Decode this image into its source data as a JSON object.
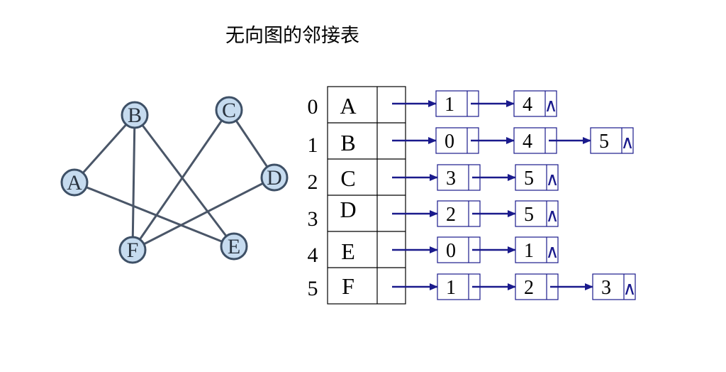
{
  "title": "无向图的邻接表",
  "graph": {
    "vertices": [
      {
        "id": "A",
        "label": "A"
      },
      {
        "id": "B",
        "label": "B"
      },
      {
        "id": "C",
        "label": "C"
      },
      {
        "id": "D",
        "label": "D"
      },
      {
        "id": "E",
        "label": "E"
      },
      {
        "id": "F",
        "label": "F"
      }
    ],
    "edges": [
      [
        "A",
        "B"
      ],
      [
        "A",
        "E"
      ],
      [
        "B",
        "F"
      ],
      [
        "B",
        "E"
      ],
      [
        "C",
        "F"
      ],
      [
        "C",
        "D"
      ],
      [
        "D",
        "F"
      ]
    ]
  },
  "adjacency_list": {
    "rows": [
      {
        "index": "0",
        "vertex": "A",
        "adjacent": [
          "1",
          "4"
        ]
      },
      {
        "index": "1",
        "vertex": "B",
        "adjacent": [
          "0",
          "4",
          "5"
        ]
      },
      {
        "index": "2",
        "vertex": "C",
        "adjacent": [
          "3",
          "5"
        ]
      },
      {
        "index": "3",
        "vertex": "D",
        "adjacent": [
          "2",
          "5"
        ]
      },
      {
        "index": "4",
        "vertex": "E",
        "adjacent": [
          "0",
          "1"
        ]
      },
      {
        "index": "5",
        "vertex": "F",
        "adjacent": [
          "1",
          "2",
          "3"
        ]
      }
    ],
    "null_symbol": "∧"
  },
  "colors": {
    "node_fill": "#c6dbef",
    "node_stroke": "#3e5066",
    "edge": "#4a5668",
    "arrow": "#1a1a8c",
    "text": "#000000",
    "box_stroke": "#000000"
  }
}
